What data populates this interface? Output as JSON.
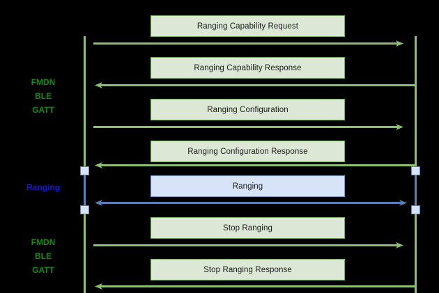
{
  "diagram": {
    "type": "sequence-diagram",
    "background_color": "#000000",
    "colors": {
      "gatt_green": "#8cbf73",
      "gatt_green_text": "#128c12",
      "gatt_box_fill": "#dce8d5",
      "gatt_box_border": "#7aab63",
      "ranging_blue": "#5b7fb9",
      "ranging_blue_text": "#1515dd",
      "ranging_box_fill": "#d7e4f8",
      "ranging_box_border": "#7b9bc9"
    }
  },
  "phase_labels": [
    {
      "lines": [
        "FMDN",
        "BLE",
        "GATT"
      ],
      "color_key": "gatt_green_text"
    },
    {
      "lines": [
        "Ranging"
      ],
      "color_key": "ranging_blue_text"
    },
    {
      "lines": [
        "FMDN",
        "BLE",
        "GATT"
      ],
      "color_key": "gatt_green_text"
    }
  ],
  "phase_label_top": {
    "line_1": "FMDN",
    "line_2": "BLE",
    "line_3": "GATT"
  },
  "phase_label_middle": {
    "line_1": "Ranging"
  },
  "phase_label_bottom": {
    "line_1": "FMDN",
    "line_2": "BLE",
    "line_3": "GATT"
  },
  "messages": [
    {
      "label": "Ranging Capability Request",
      "style": "green",
      "direction": "right"
    },
    {
      "label": "Ranging Capability Response",
      "style": "green",
      "direction": "left"
    },
    {
      "label": "Ranging Configuration",
      "style": "green",
      "direction": "right"
    },
    {
      "label": "Ranging Configuration Response",
      "style": "green",
      "direction": "left"
    },
    {
      "label": "Ranging",
      "style": "blue",
      "direction": "both"
    },
    {
      "label": "Stop Ranging",
      "style": "green",
      "direction": "right"
    },
    {
      "label": "Stop Ranging Response",
      "style": "green",
      "direction": "left"
    }
  ]
}
